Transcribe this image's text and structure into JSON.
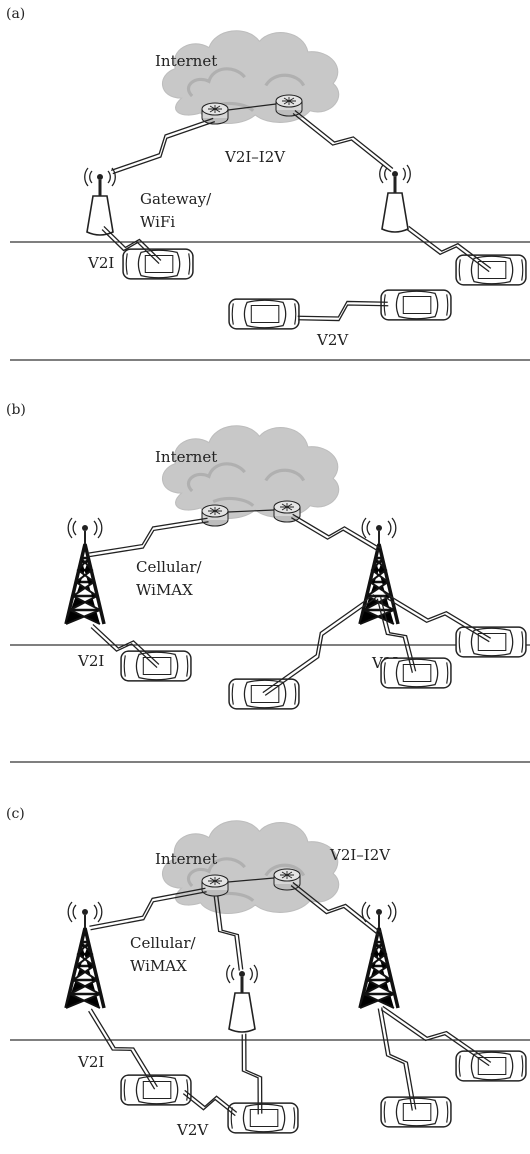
{
  "panels": [
    {
      "id": "a",
      "label": "(a)",
      "cloud_label": "Internet",
      "texts": {
        "v2i_i2v": "V2I–I2V",
        "gateway_line1": "Gateway/",
        "gateway_line2": "WiFi",
        "v2i": "V2I",
        "v2v": "V2V"
      }
    },
    {
      "id": "b",
      "label": "(b)",
      "cloud_label": "Internet",
      "texts": {
        "cellular_line1": "Cellular/",
        "cellular_line2": "WiMAX",
        "v2i_left": "V2I",
        "v2i_right": "V2I"
      }
    },
    {
      "id": "c",
      "label": "(c)",
      "cloud_label": "Internet",
      "texts": {
        "v2i_i2v": "V2I–I2V",
        "cellular_line1": "Cellular/",
        "cellular_line2": "WiMAX",
        "v2i": "V2I",
        "v2v": "V2V"
      }
    }
  ],
  "icons": {
    "cloud": "cloud-icon",
    "router": "router-icon",
    "wifi_gateway": "wifi-gateway-icon",
    "cell_tower": "cell-tower-icon",
    "car": "car-icon",
    "wireless_link": "zigzag-link-icon"
  },
  "colors": {
    "cloud": "#c9c9c9",
    "cloud_shade": "#b5b5b5",
    "router": "#d8d8d8",
    "tower": "#1a1a1a",
    "line": "#222222"
  }
}
